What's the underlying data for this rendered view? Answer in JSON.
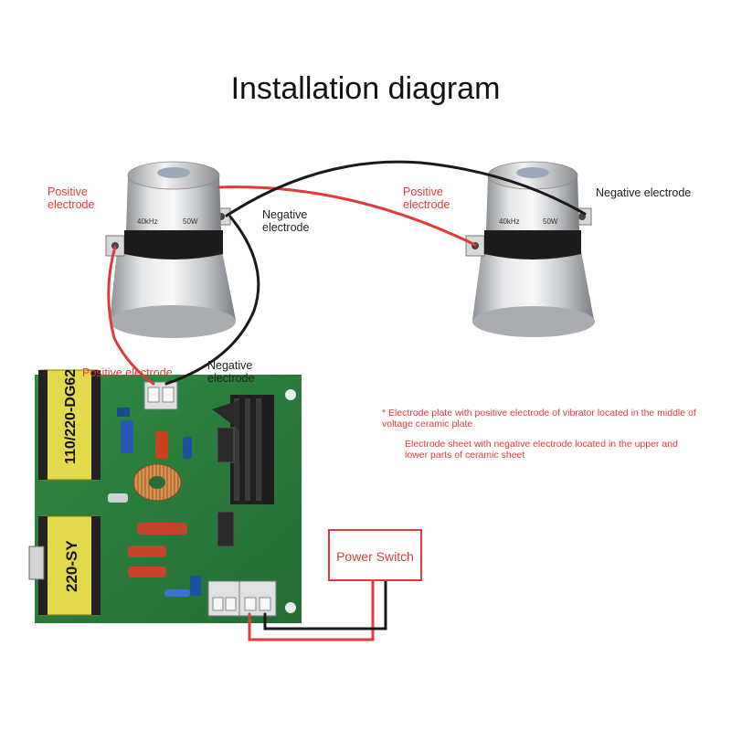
{
  "title": "Installation diagram",
  "transducer_left": {
    "label_positive": "Positive electrode",
    "label_negative": "Negative electrode",
    "freq_text": "40kHz",
    "power_text": "50W"
  },
  "transducer_right": {
    "label_positive": "Positive electrode",
    "label_negative": "Negative electrode",
    "freq_text": "40kHz",
    "power_text": "50W"
  },
  "board": {
    "label_positive": "Positive electrode",
    "label_negative": "Negative electrode",
    "transformer_top_text": "110/220-DG62",
    "transformer_bottom_text": "220-SY"
  },
  "notes": {
    "note1": "* Electrode plate with positive electrode of vibrator located in the middle of voltage ceramic plate",
    "note2": "Electrode sheet with negative electrode located in the upper and lower parts of ceramic sheet"
  },
  "power_switch": {
    "label": "Power Switch"
  },
  "colors": {
    "wire_red": "#e03a3a",
    "wire_black": "#1a1a1a",
    "pcb_green": "#2e7d3e",
    "transformer_yellow": "#e3d94a",
    "metal_silver": "#c7c9cc"
  }
}
